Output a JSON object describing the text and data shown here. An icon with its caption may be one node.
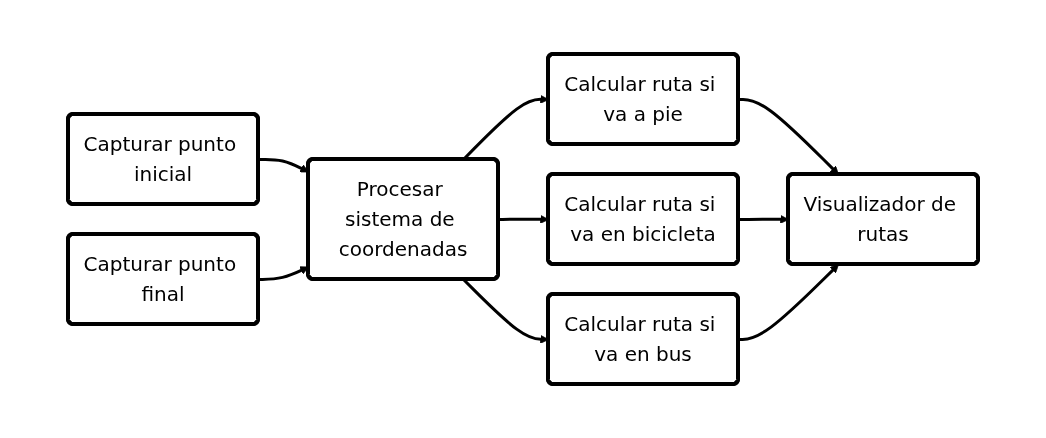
{
  "diagram": {
    "nodes": [
      {
        "text": [
          "Capturar punto inicial"
        ]
      },
      {
        "text": [
          "Capturar punto final"
        ]
      },
      {
        "text": [
          "Procesar sistema de coordenadas"
        ]
      },
      {
        "text": [
          "Calcular ruta si va a pie"
        ]
      },
      {
        "text": [
          "Calcular ruta si va en bicicleta"
        ]
      },
      {
        "text": [
          "Calcular ruta si va en bus"
        ]
      },
      {
        "text": [
          "Visualizador de rutas"
        ]
      }
    ],
    "edges": [
      {
        "from": 0,
        "to": 2,
        "arrow": "to"
      },
      {
        "from": 1,
        "to": 2,
        "arrow": "to"
      },
      {
        "from": 2,
        "to": 3,
        "arrow": "to"
      },
      {
        "from": 2,
        "to": 4,
        "arrow": "to"
      },
      {
        "from": 2,
        "to": 5,
        "arrow": "to"
      },
      {
        "from": 3,
        "to": 6,
        "arrow": "to"
      },
      {
        "from": 4,
        "to": 6,
        "arrow": "to"
      },
      {
        "from": 5,
        "to": 6,
        "arrow": "to"
      }
    ]
  }
}
